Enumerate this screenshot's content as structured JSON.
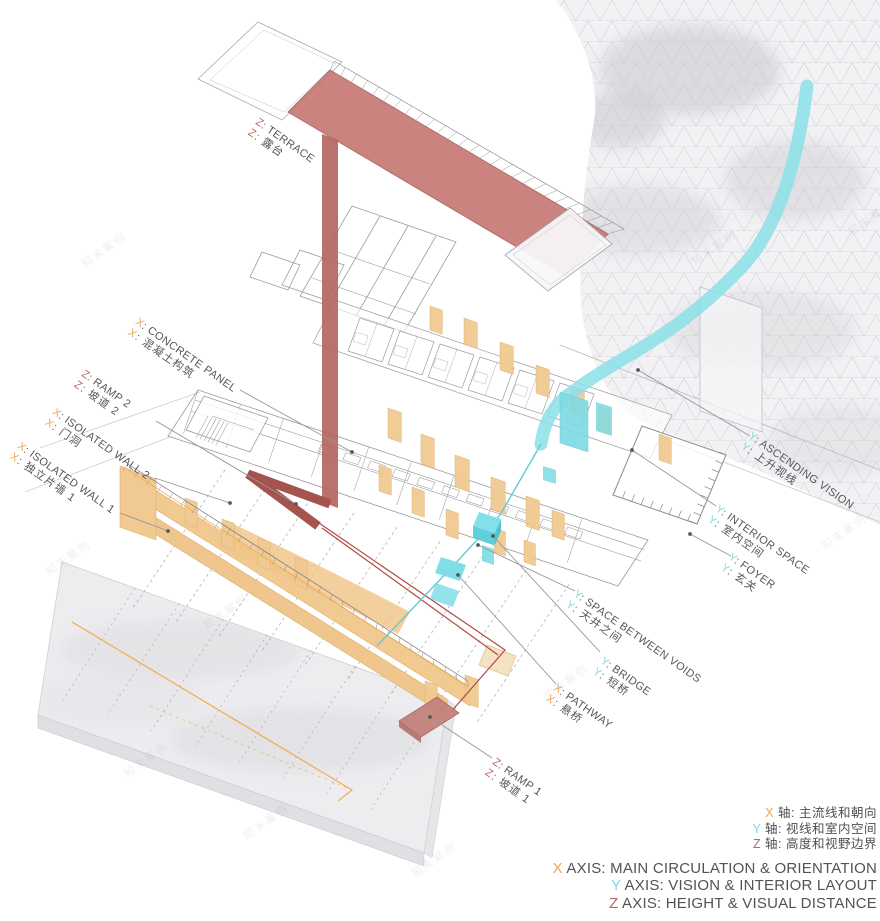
{
  "watermark": "知末案例",
  "colors": {
    "x_axis_accent": "#EDA55A",
    "y_axis_accent": "#7FD9DF",
    "z_axis_accent": "#BA655F",
    "terrace_red": "#C4736E",
    "panel_tan": "#F1CA92",
    "vision_cyan": "#8BE0E8",
    "label_grey": "#55565A"
  },
  "labels": {
    "terrace": {
      "axis": "Z",
      "en_rest": ": TERRACE",
      "zh_rest": ": 露台"
    },
    "concrete_panel": {
      "axis": "X",
      "en_rest": ": CONCRETE PANEL",
      "zh_rest": ": 混凝土构筑"
    },
    "ramp2": {
      "axis": "Z",
      "en_rest": ": RAMP 2",
      "zh_rest": ": 坡道 2"
    },
    "isolated_wall_2": {
      "axis": "X",
      "en_rest": ": ISOLATED WALL 2",
      "zh_rest": ": 门洞"
    },
    "isolated_wall_1": {
      "axis": "X",
      "en_rest": ": ISOLATED WALL 1",
      "zh_rest": ": 独立片墙 1"
    },
    "ascending_vision": {
      "axis": "Y",
      "en_rest": ": ASCENDING VISION",
      "zh_rest": ": 上升视线"
    },
    "interior_space": {
      "axis": "Y",
      "en_rest": ": INTERIOR SPACE",
      "zh_rest": ": 室内空间"
    },
    "foyer": {
      "axis": "Y",
      "en_rest": ": FOYER",
      "zh_rest": ": 玄关"
    },
    "space_between_voids": {
      "axis": "Y",
      "en_rest": ": SPACE BETWEEN VOIDS",
      "zh_rest": ": 天井之间"
    },
    "bridge": {
      "axis": "Y",
      "en_rest": ": BRIDGE",
      "zh_rest": ": 短桥"
    },
    "pathway": {
      "axis": "X",
      "en_rest": ": PATHWAY",
      "zh_rest": ": 悬桥"
    },
    "ramp1": {
      "axis": "Z",
      "en_rest": ": RAMP 1",
      "zh_rest": ": 坡道 1"
    }
  },
  "legend": {
    "zh": [
      {
        "axis": "X",
        "rest": " 轴: 主流线和朝向"
      },
      {
        "axis": "Y",
        "rest": " 轴: 视线和室内空间"
      },
      {
        "axis": "Z",
        "rest": " 轴: 高度和视野边界"
      }
    ],
    "en": [
      {
        "axis": "X",
        "rest": " AXIS: MAIN CIRCULATION & ORIENTATION"
      },
      {
        "axis": "Y",
        "rest": " AXIS: VISION & INTERIOR LAYOUT"
      },
      {
        "axis": "Z",
        "rest": " AXIS: HEIGHT & VISUAL DISTANCE"
      }
    ]
  }
}
